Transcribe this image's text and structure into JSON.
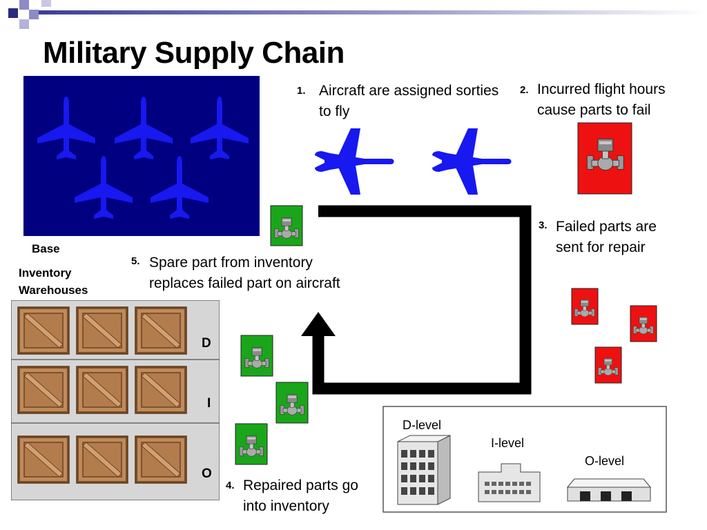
{
  "slide": {
    "title": "Military Supply Chain",
    "base_label": "Base",
    "warehouse_label": "Inventory Warehouses",
    "levels": [
      "D",
      "I",
      "O"
    ],
    "steps": [
      {
        "num": "1.",
        "text": "Aircraft are assigned sorties to fly"
      },
      {
        "num": "2.",
        "text": "Incurred flight hours cause parts to fail"
      },
      {
        "num": "3.",
        "text": "Failed parts are sent for repair"
      },
      {
        "num": "4.",
        "text": "Repaired parts go into inventory"
      },
      {
        "num": "5.",
        "text": "Spare part from inventory replaces failed part on aircraft"
      }
    ],
    "legend": {
      "d_level": "D-level",
      "i_level": "I-level",
      "o_level": "O-level"
    },
    "colors": {
      "base_panel": "#000080",
      "aircraft": "#1818f0",
      "failed_part_bg": "#ee1111",
      "working_part_bg": "#1aa61a",
      "crate": "#c08a5a",
      "warehouse_bg": "#d6d6d6"
    }
  }
}
